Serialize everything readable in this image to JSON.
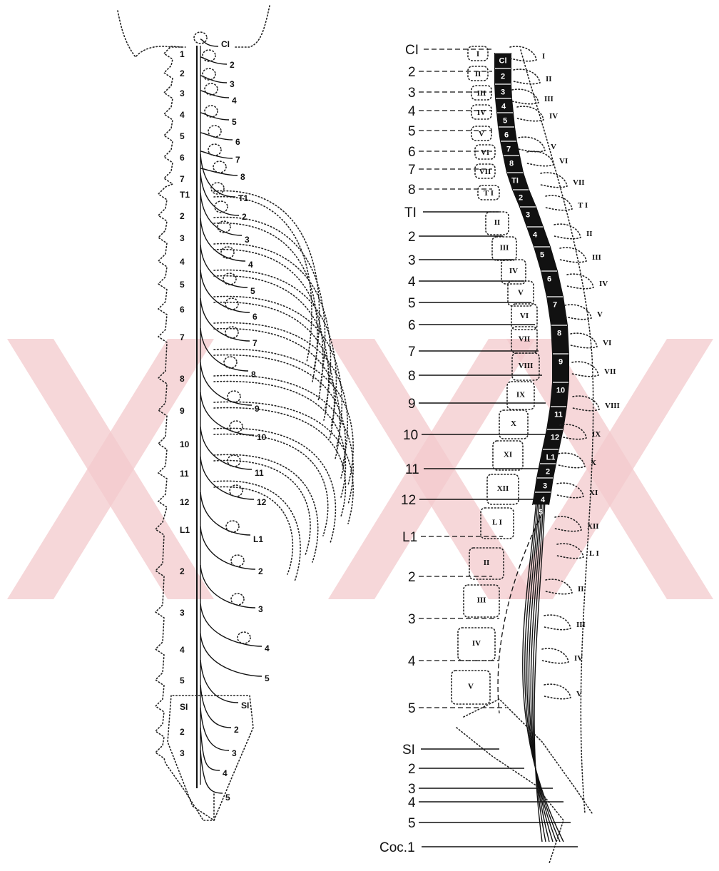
{
  "watermark": {
    "color": "#f3c9cc"
  },
  "posterior_view": {
    "vertebra_labels": [
      "1",
      "2",
      "3",
      "4",
      "5",
      "6",
      "7",
      "T1",
      "2",
      "3",
      "4",
      "5",
      "6",
      "7",
      "8",
      "9",
      "10",
      "11",
      "12",
      "L1",
      "2",
      "3",
      "4",
      "5",
      "SI",
      "2",
      "3"
    ],
    "nerve_labels": [
      "CI",
      "2",
      "3",
      "4",
      "5",
      "6",
      "7",
      "8",
      "T1",
      "2",
      "3",
      "4",
      "5",
      "6",
      "7",
      "8",
      "9",
      "10",
      "11",
      "12",
      "L1",
      "2",
      "3",
      "4",
      "5",
      "SI",
      "2",
      "3",
      "4",
      "5"
    ]
  },
  "lateral_view": {
    "level_labels": [
      "CI",
      "2",
      "3",
      "4",
      "5",
      "6",
      "7",
      "8",
      "TI",
      "2",
      "3",
      "4",
      "5",
      "6",
      "7",
      "8",
      "9",
      "10",
      "11",
      "12",
      "L1",
      "2",
      "3",
      "4",
      "5",
      "SI",
      "2",
      "3",
      "4",
      "5",
      "Coc.1"
    ],
    "cord_segment_labels": [
      "Cl",
      "2",
      "3",
      "4",
      "5",
      "6",
      "7",
      "8",
      "TI",
      "2",
      "3",
      "4",
      "5",
      "6",
      "7",
      "8",
      "9",
      "10",
      "11",
      "12",
      "L1",
      "2",
      "3",
      "4",
      "5"
    ],
    "vertebral_body_labels": [
      "I",
      "II",
      "III",
      "IV",
      "V",
      "VI",
      "VII",
      "T I",
      "II",
      "III",
      "IV",
      "V",
      "VI",
      "VII",
      "VIII",
      "IX",
      "X",
      "XI",
      "XII",
      "L I",
      "II",
      "III",
      "IV",
      "V"
    ],
    "spinous_process_labels": [
      "I",
      "II",
      "III",
      "IV",
      "V",
      "VI",
      "VII",
      "T I",
      "II",
      "III",
      "IV",
      "V",
      "VI",
      "VII",
      "VIII",
      "IX",
      "X",
      "XI",
      "XII",
      "L I",
      "II",
      "III",
      "IV",
      "V"
    ]
  }
}
